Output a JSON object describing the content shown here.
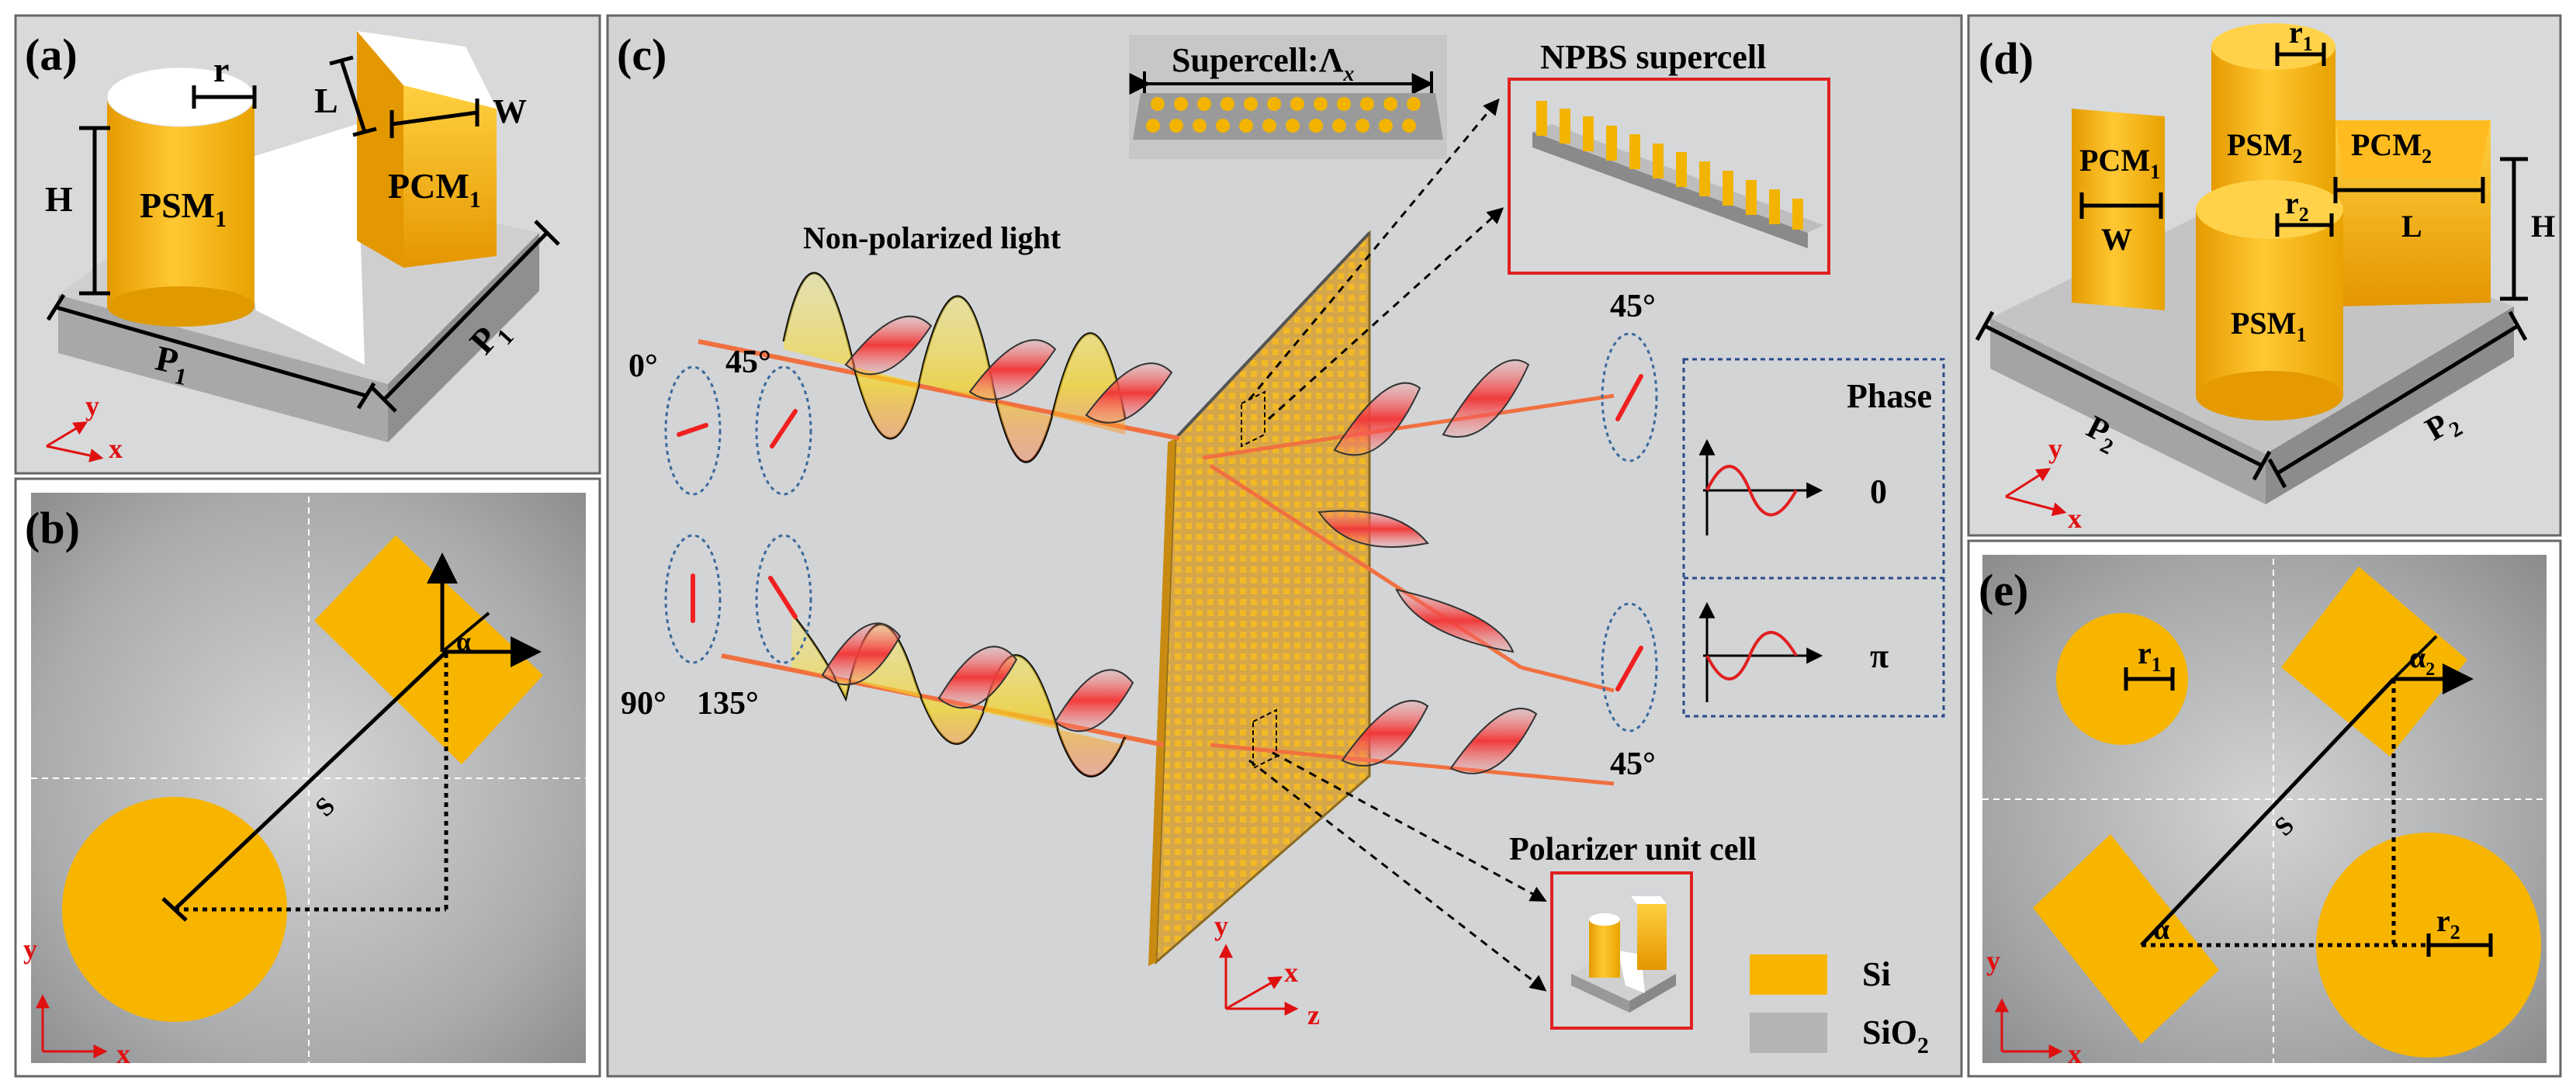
{
  "panels": {
    "a": {
      "label": "(a)",
      "r": "r",
      "L": "L",
      "W": "W",
      "H": "H",
      "psm": "PSM",
      "psm_sub": "1",
      "pcm": "PCM",
      "pcm_sub": "1",
      "p": "P",
      "p_sub": "1",
      "x": "x",
      "y": "y"
    },
    "b": {
      "label": "(b)",
      "alpha": "α",
      "s": "S",
      "x": "x",
      "y": "y"
    },
    "c": {
      "label": "(c)",
      "supercell": "Supercell:Λ",
      "supercell_sub": "x",
      "npbs": "NPBS supercell",
      "nonpol": "Non-polarized light",
      "angles": {
        "a0": "0°",
        "a45": "45°",
        "a90": "90°",
        "a135": "135°",
        "out_top": "45°",
        "out_bottom": "45°"
      },
      "phase_title": "Phase",
      "phase_zero": "0",
      "phase_pi": "π",
      "polarizer": "Polarizer unit cell",
      "legend_si": "Si",
      "legend_sio2": "SiO",
      "legend_sio2_sub": "2",
      "x": "x",
      "y": "y",
      "z": "z"
    },
    "d": {
      "label": "(d)",
      "r1": "r",
      "r1_sub": "1",
      "r2": "r",
      "r2_sub": "2",
      "pcm1": "PCM",
      "pcm1_sub": "1",
      "psm2": "PSM",
      "psm2_sub": "2",
      "pcm2": "PCM",
      "pcm2_sub": "2",
      "psm1": "PSM",
      "psm1_sub": "1",
      "W": "W",
      "L": "L",
      "H": "H",
      "p": "P",
      "p_sub": "2",
      "x": "x",
      "y": "y"
    },
    "e": {
      "label": "(e)",
      "r1": "r",
      "r1_sub": "1",
      "r2": "r",
      "r2_sub": "2",
      "alpha2": "α",
      "alpha2_sub": "2",
      "alpha": "α",
      "s": "S",
      "x": "x",
      "y": "y"
    }
  },
  "colors": {
    "si": "#f7b500",
    "sio2": "#b4b4b4",
    "panel_bg": "#cfd1d4",
    "wave_yellow": "#f5e21c",
    "wave_red": "#f03a3a",
    "frame_red": "#e02020",
    "phase_border": "#2a4a8a",
    "axis": "#e01010"
  }
}
